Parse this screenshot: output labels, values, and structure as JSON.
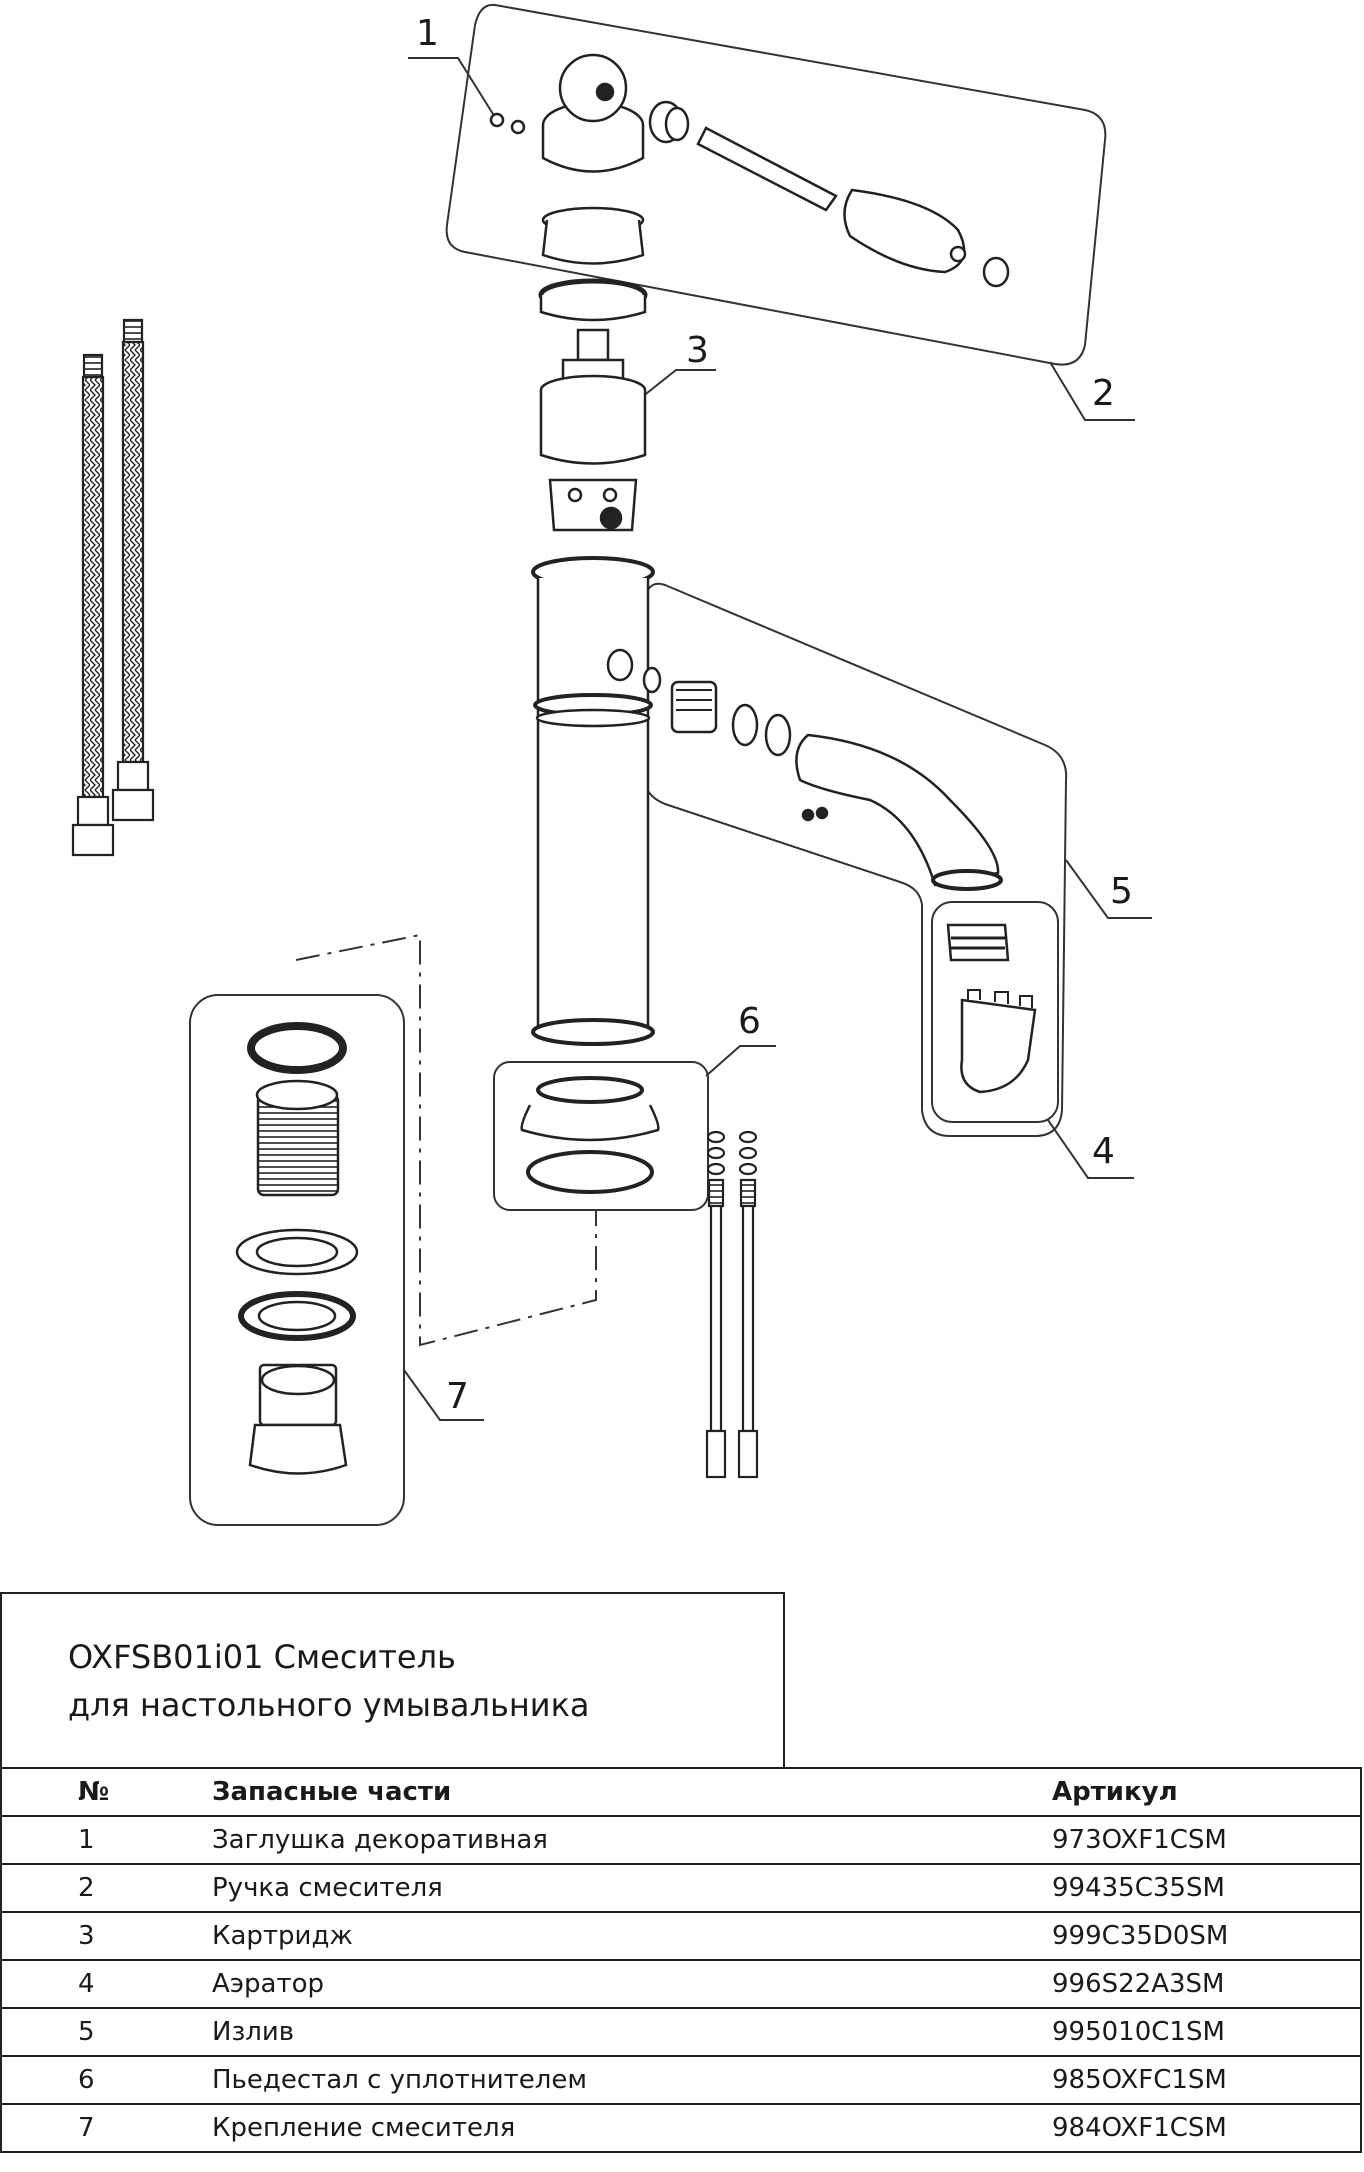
{
  "callouts": [
    "1",
    "2",
    "3",
    "4",
    "5",
    "6",
    "7"
  ],
  "title": {
    "line1": "OXFSB01i01 Смеситель",
    "line2": "для настольного умывальника"
  },
  "table": {
    "headers": [
      "№",
      "Запасные части",
      "Артикул"
    ],
    "rows": [
      [
        "1",
        "Заглушка декоративная",
        "973OXF1CSM"
      ],
      [
        "2",
        "Ручка смесителя",
        "99435C35SM"
      ],
      [
        "3",
        "Картридж",
        "999C35D0SM"
      ],
      [
        "4",
        "Аэратор",
        "996S22A3SM"
      ],
      [
        "5",
        "Излив",
        "995010C1SM"
      ],
      [
        "6",
        "Пьедестал с уплотнителем",
        "985OXFC1SM"
      ],
      [
        "7",
        "Крепление смесителя",
        "984OXF1CSM"
      ]
    ]
  }
}
